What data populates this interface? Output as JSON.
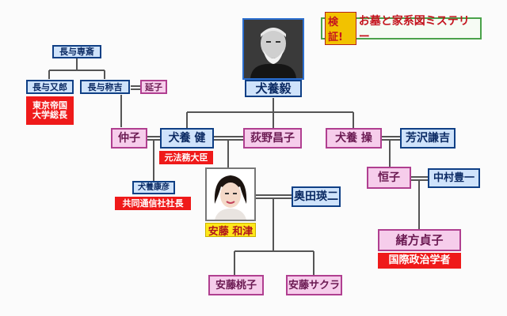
{
  "header": {
    "logo_text": "",
    "title_badge": "検証!",
    "title_text": "お墓と家系図ミステリー"
  },
  "people": {
    "inukai_tsuyoshi": "犬養毅",
    "inukai_ken": "犬養 健",
    "ogino_masako": "荻野昌子",
    "inukai_misao": "犬養 操",
    "yoshizawa_kenkichi": "芳沢謙吉",
    "nagayo_sensai": "長与専斎",
    "nagayo_mataro": "長与又郎",
    "nagayo_shokichi": "長与称吉",
    "nobuko": "延子",
    "nakako": "仲子",
    "inukai_yasuhiko": "犬養康彦",
    "ando_kazu": "安藤 和津",
    "okuda_eiji": "奥田瑛二",
    "tsuneko": "恒子",
    "nakamura_toyoichi": "中村豊一",
    "ogata_sadako": "緒方貞子",
    "ando_momoko": "安藤桃子",
    "ando_sakura": "安藤サクラ"
  },
  "labels": {
    "tokyo_univ": "東京帝国\n大学総長",
    "justice_minister": "元法務大臣",
    "kyodo_president": "共同通信社社長",
    "political_scientist": "国際政治学者"
  },
  "colors": {
    "male_fill": "#cfe3fb",
    "male_border": "#0f3f85",
    "female_fill": "#f6cdeb",
    "female_border": "#b03f90",
    "label_red": "#ef1a1a",
    "title_red": "#c4141e",
    "title_green": "#4aa24a",
    "connector": "#555555"
  }
}
